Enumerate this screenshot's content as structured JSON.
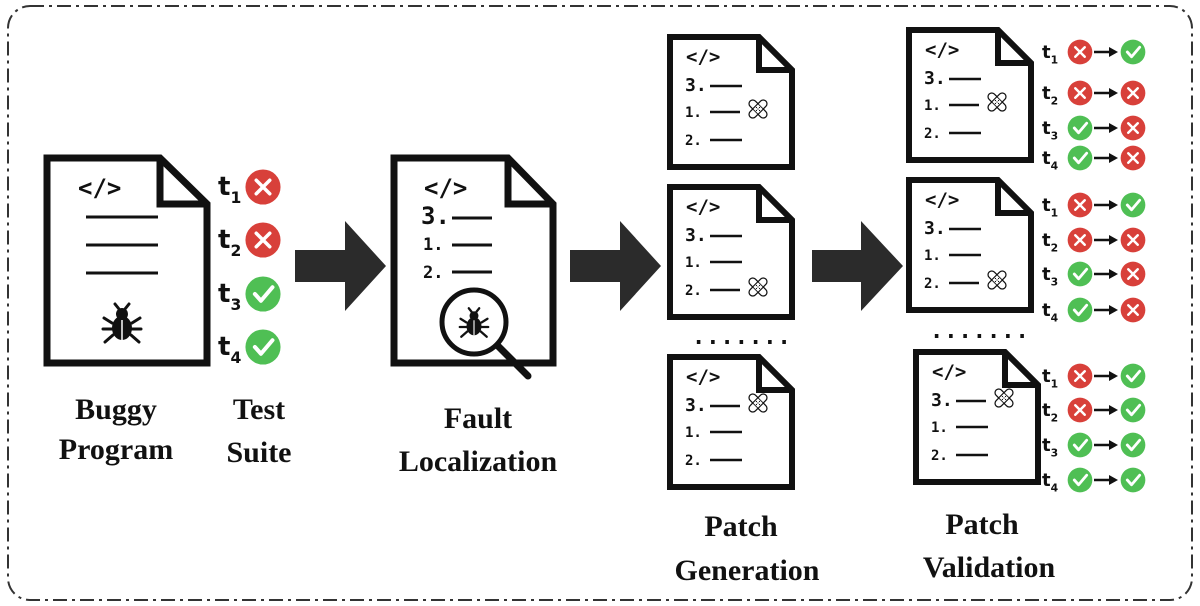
{
  "code_tag": "</>",
  "bullets": [
    "3.",
    "1.",
    "2."
  ],
  "dots": ".......",
  "test_letter": "t",
  "test_subscripts": [
    "1",
    "2",
    "3",
    "4"
  ],
  "captions": {
    "buggy_program": [
      "Buggy",
      "Program"
    ],
    "test_suite": [
      "Test",
      "Suite"
    ],
    "fault_localization": [
      "Fault",
      "Localization"
    ],
    "patch_generation": [
      "Patch",
      "Generation"
    ],
    "patch_validation": [
      "Patch",
      "Validation"
    ]
  },
  "initial_results": [
    "fail",
    "fail",
    "pass",
    "pass"
  ],
  "validation_results": [
    [
      [
        "fail",
        "pass"
      ],
      [
        "fail",
        "fail"
      ],
      [
        "pass",
        "fail"
      ],
      [
        "pass",
        "fail"
      ]
    ],
    [
      [
        "fail",
        "pass"
      ],
      [
        "fail",
        "fail"
      ],
      [
        "pass",
        "fail"
      ],
      [
        "pass",
        "fail"
      ]
    ],
    [
      [
        "fail",
        "pass"
      ],
      [
        "fail",
        "pass"
      ],
      [
        "pass",
        "pass"
      ],
      [
        "pass",
        "pass"
      ]
    ]
  ],
  "colors": {
    "pass": "#4fbf54",
    "fail": "#d8403a",
    "arrow": "#2b2b2b",
    "ink": "#111111"
  }
}
